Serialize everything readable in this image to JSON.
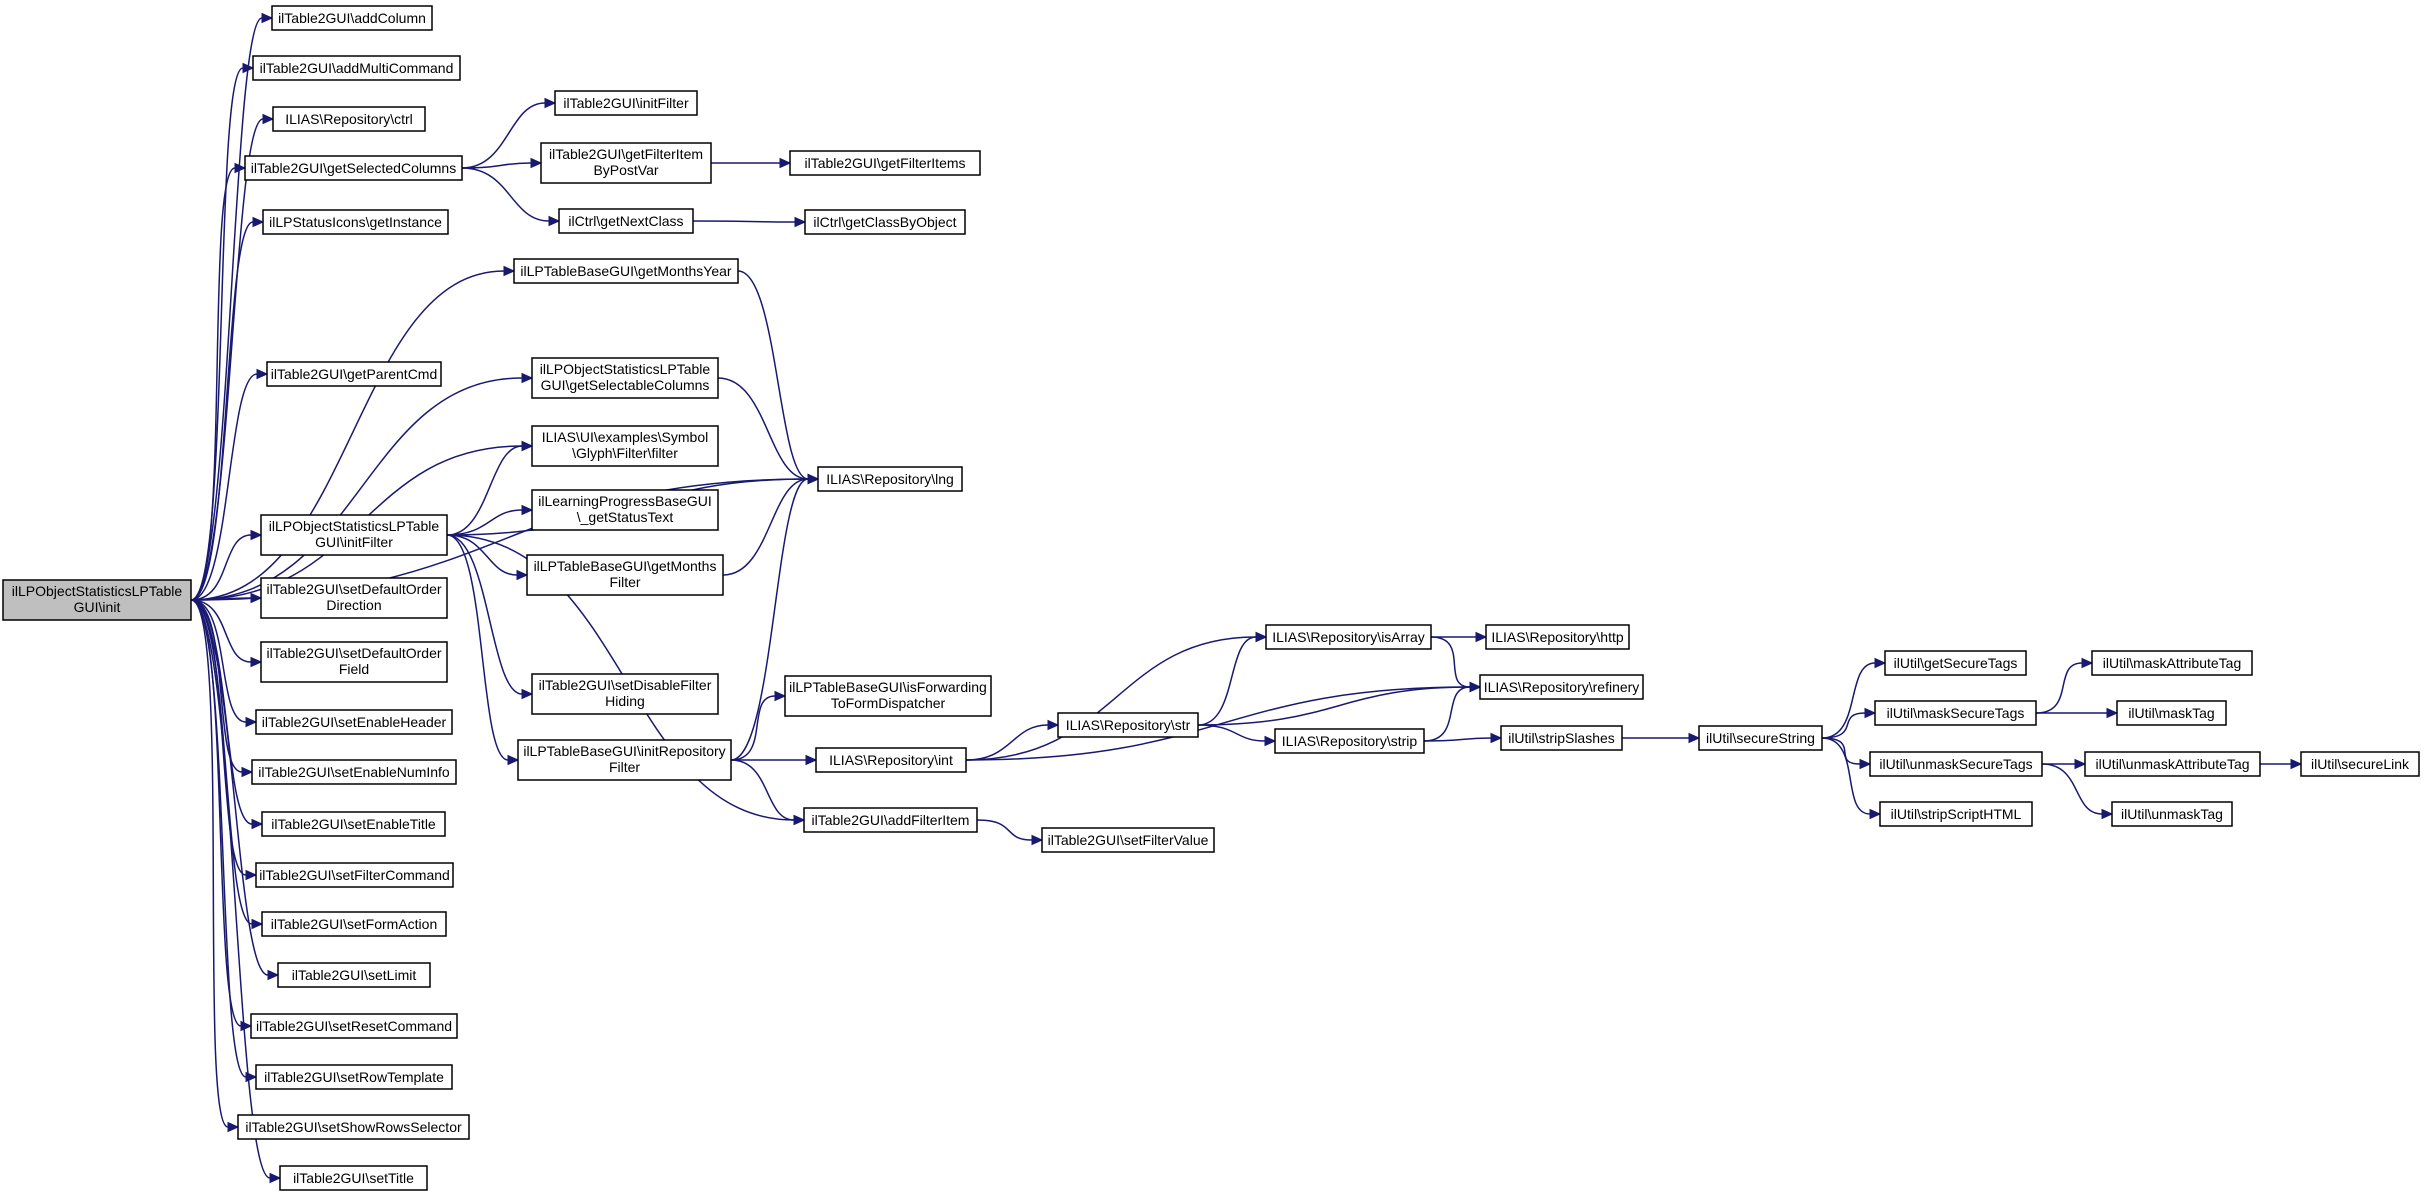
{
  "colors": {
    "edge": "#191970",
    "root_fill": "#bfbfbf",
    "node_fill": "#ffffff",
    "node_stroke": "#000000"
  },
  "nodes": [
    {
      "id": "root",
      "lines": [
        "ilLPObjectStatisticsLPTable",
        "GUI\\init"
      ],
      "root": true
    },
    {
      "id": "addColumn",
      "lines": [
        "ilTable2GUI\\addColumn"
      ]
    },
    {
      "id": "addMultiCommand",
      "lines": [
        "ilTable2GUI\\addMultiCommand"
      ]
    },
    {
      "id": "ctrl",
      "lines": [
        "ILIAS\\Repository\\ctrl"
      ]
    },
    {
      "id": "getSelectedColumns",
      "lines": [
        "ilTable2GUI\\getSelectedColumns"
      ]
    },
    {
      "id": "getInstance",
      "lines": [
        "ilLPStatusIcons\\getInstance"
      ]
    },
    {
      "id": "getMonthsYear",
      "lines": [
        "ilLPTableBaseGUI\\getMonthsYear"
      ]
    },
    {
      "id": "getParentCmd",
      "lines": [
        "ilTable2GUI\\getParentCmd"
      ]
    },
    {
      "id": "getSelectableColumns",
      "lines": [
        "ilLPObjectStatisticsLPTable",
        "GUI\\getSelectableColumns"
      ]
    },
    {
      "id": "filter",
      "lines": [
        "ILIAS\\UI\\examples\\Symbol",
        "\\Glyph\\Filter\\filter"
      ]
    },
    {
      "id": "initFilterLP",
      "lines": [
        "ilLPObjectStatisticsLPTable",
        "GUI\\initFilter"
      ]
    },
    {
      "id": "getStatusText",
      "lines": [
        "ilLearningProgressBaseGUI",
        "\\_getStatusText"
      ]
    },
    {
      "id": "getMonthsFilter",
      "lines": [
        "ilLPTableBaseGUI\\getMonths",
        "Filter"
      ]
    },
    {
      "id": "setDefaultOrderDirection",
      "lines": [
        "ilTable2GUI\\setDefaultOrder",
        "Direction"
      ]
    },
    {
      "id": "setDefaultOrderField",
      "lines": [
        "ilTable2GUI\\setDefaultOrder",
        "Field"
      ]
    },
    {
      "id": "setDisableFilterHiding",
      "lines": [
        "ilTable2GUI\\setDisableFilter",
        "Hiding"
      ]
    },
    {
      "id": "setEnableHeader",
      "lines": [
        "ilTable2GUI\\setEnableHeader"
      ]
    },
    {
      "id": "initRepositoryFilter",
      "lines": [
        "ilLPTableBaseGUI\\initRepository",
        "Filter"
      ]
    },
    {
      "id": "setEnableNumInfo",
      "lines": [
        "ilTable2GUI\\setEnableNumInfo"
      ]
    },
    {
      "id": "setEnableTitle",
      "lines": [
        "ilTable2GUI\\setEnableTitle"
      ]
    },
    {
      "id": "setFilterCommand",
      "lines": [
        "ilTable2GUI\\setFilterCommand"
      ]
    },
    {
      "id": "setFormAction",
      "lines": [
        "ilTable2GUI\\setFormAction"
      ]
    },
    {
      "id": "setLimit",
      "lines": [
        "ilTable2GUI\\setLimit"
      ]
    },
    {
      "id": "setResetCommand",
      "lines": [
        "ilTable2GUI\\setResetCommand"
      ]
    },
    {
      "id": "setRowTemplate",
      "lines": [
        "ilTable2GUI\\setRowTemplate"
      ]
    },
    {
      "id": "setShowRowsSelector",
      "lines": [
        "ilTable2GUI\\setShowRowsSelector"
      ]
    },
    {
      "id": "setTitle",
      "lines": [
        "ilTable2GUI\\setTitle"
      ]
    },
    {
      "id": "initFilterT2",
      "lines": [
        "ilTable2GUI\\initFilter"
      ]
    },
    {
      "id": "getFilterItemByPostVar",
      "lines": [
        "ilTable2GUI\\getFilterItem",
        "ByPostVar"
      ]
    },
    {
      "id": "getNextClass",
      "lines": [
        "ilCtrl\\getNextClass"
      ]
    },
    {
      "id": "lng",
      "lines": [
        "ILIAS\\Repository\\lng"
      ]
    },
    {
      "id": "isForwarding",
      "lines": [
        "ilLPTableBaseGUI\\isForwarding",
        "ToFormDispatcher"
      ]
    },
    {
      "id": "int",
      "lines": [
        "ILIAS\\Repository\\int"
      ]
    },
    {
      "id": "addFilterItem",
      "lines": [
        "ilTable2GUI\\addFilterItem"
      ]
    },
    {
      "id": "getFilterItems",
      "lines": [
        "ilTable2GUI\\getFilterItems"
      ]
    },
    {
      "id": "getClassByObject",
      "lines": [
        "ilCtrl\\getClassByObject"
      ]
    },
    {
      "id": "str",
      "lines": [
        "ILIAS\\Repository\\str"
      ]
    },
    {
      "id": "setFilterValue",
      "lines": [
        "ilTable2GUI\\setFilterValue"
      ]
    },
    {
      "id": "isArray",
      "lines": [
        "ILIAS\\Repository\\isArray"
      ]
    },
    {
      "id": "strip",
      "lines": [
        "ILIAS\\Repository\\strip"
      ]
    },
    {
      "id": "http",
      "lines": [
        "ILIAS\\Repository\\http"
      ]
    },
    {
      "id": "refinery",
      "lines": [
        "ILIAS\\Repository\\refinery"
      ]
    },
    {
      "id": "stripSlashes",
      "lines": [
        "ilUtil\\stripSlashes"
      ]
    },
    {
      "id": "secureString",
      "lines": [
        "ilUtil\\secureString"
      ]
    },
    {
      "id": "getSecureTags",
      "lines": [
        "ilUtil\\getSecureTags"
      ]
    },
    {
      "id": "maskSecureTags",
      "lines": [
        "ilUtil\\maskSecureTags"
      ]
    },
    {
      "id": "unmaskSecureTags",
      "lines": [
        "ilUtil\\unmaskSecureTags"
      ]
    },
    {
      "id": "stripScriptHTML",
      "lines": [
        "ilUtil\\stripScriptHTML"
      ]
    },
    {
      "id": "maskAttributeTag",
      "lines": [
        "ilUtil\\maskAttributeTag"
      ]
    },
    {
      "id": "maskTag",
      "lines": [
        "ilUtil\\maskTag"
      ]
    },
    {
      "id": "unmaskAttributeTag",
      "lines": [
        "ilUtil\\unmaskAttributeTag"
      ]
    },
    {
      "id": "unmaskTag",
      "lines": [
        "ilUtil\\unmaskTag"
      ]
    },
    {
      "id": "secureLink",
      "lines": [
        "ilUtil\\secureLink"
      ]
    }
  ],
  "edges": [
    [
      "root",
      "addColumn"
    ],
    [
      "root",
      "addMultiCommand"
    ],
    [
      "root",
      "ctrl"
    ],
    [
      "root",
      "getSelectedColumns"
    ],
    [
      "root",
      "getInstance"
    ],
    [
      "root",
      "getMonthsYear"
    ],
    [
      "root",
      "lng"
    ],
    [
      "root",
      "getParentCmd"
    ],
    [
      "root",
      "getSelectableColumns"
    ],
    [
      "root",
      "filter"
    ],
    [
      "root",
      "initFilterLP"
    ],
    [
      "root",
      "setDefaultOrderDirection"
    ],
    [
      "root",
      "setDefaultOrderField"
    ],
    [
      "root",
      "setEnableHeader"
    ],
    [
      "root",
      "setEnableNumInfo"
    ],
    [
      "root",
      "setEnableTitle"
    ],
    [
      "root",
      "setFilterCommand"
    ],
    [
      "root",
      "setFormAction"
    ],
    [
      "root",
      "setLimit"
    ],
    [
      "root",
      "setResetCommand"
    ],
    [
      "root",
      "setRowTemplate"
    ],
    [
      "root",
      "setShowRowsSelector"
    ],
    [
      "root",
      "setTitle"
    ],
    [
      "getSelectedColumns",
      "initFilterT2"
    ],
    [
      "getSelectedColumns",
      "getFilterItemByPostVar"
    ],
    [
      "getSelectedColumns",
      "getNextClass"
    ],
    [
      "getFilterItemByPostVar",
      "getFilterItems"
    ],
    [
      "getNextClass",
      "getClassByObject"
    ],
    [
      "getMonthsYear",
      "lng"
    ],
    [
      "getSelectableColumns",
      "lng"
    ],
    [
      "initFilterLP",
      "filter"
    ],
    [
      "initFilterLP",
      "getStatusText"
    ],
    [
      "initFilterLP",
      "getMonthsFilter"
    ],
    [
      "initFilterLP",
      "lng"
    ],
    [
      "initFilterLP",
      "setDisableFilterHiding"
    ],
    [
      "initFilterLP",
      "initRepositoryFilter"
    ],
    [
      "initFilterLP",
      "addFilterItem"
    ],
    [
      "getMonthsFilter",
      "lng"
    ],
    [
      "initRepositoryFilter",
      "lng"
    ],
    [
      "initRepositoryFilter",
      "isForwarding"
    ],
    [
      "initRepositoryFilter",
      "int"
    ],
    [
      "initRepositoryFilter",
      "addFilterItem"
    ],
    [
      "int",
      "str"
    ],
    [
      "int",
      "isArray"
    ],
    [
      "int",
      "refinery"
    ],
    [
      "str",
      "isArray"
    ],
    [
      "str",
      "refinery"
    ],
    [
      "str",
      "strip"
    ],
    [
      "isArray",
      "http"
    ],
    [
      "isArray",
      "refinery"
    ],
    [
      "strip",
      "stripSlashes"
    ],
    [
      "strip",
      "refinery"
    ],
    [
      "stripSlashes",
      "secureString"
    ],
    [
      "addFilterItem",
      "setFilterValue"
    ],
    [
      "secureString",
      "getSecureTags"
    ],
    [
      "secureString",
      "maskSecureTags"
    ],
    [
      "secureString",
      "unmaskSecureTags"
    ],
    [
      "secureString",
      "stripScriptHTML"
    ],
    [
      "maskSecureTags",
      "maskAttributeTag"
    ],
    [
      "maskSecureTags",
      "maskTag"
    ],
    [
      "unmaskSecureTags",
      "unmaskAttributeTag"
    ],
    [
      "unmaskSecureTags",
      "unmaskTag"
    ],
    [
      "unmaskAttributeTag",
      "secureLink"
    ]
  ]
}
